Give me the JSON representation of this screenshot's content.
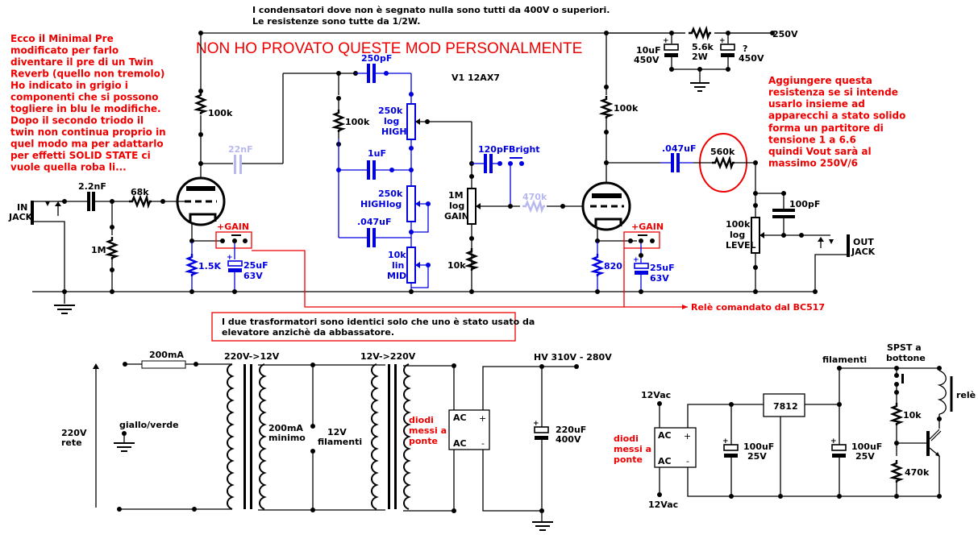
{
  "colors": {
    "wire": "#000000",
    "modified": "#0000e0",
    "removable": "#b8b8f0",
    "notes": "#ee0000",
    "background": "#ffffff"
  },
  "header": {
    "note_line1": "I condensatori dove non è segnato nulla sono tutti da 400V o superiori.",
    "note_line2": "Le resistenze sono tutte da 1/2W.",
    "warning": "NON HO PROVATO QUESTE MOD PERSONALMENTE"
  },
  "intro_note": [
    "Ecco il Minimal Pre",
    "modificato per farlo",
    "diventare il pre di un Twin",
    "Reverb (quello non tremolo)",
    "Ho indicato in grigio i",
    "componenti che si possono",
    "togliere in blu le modifiche.",
    "Dopo il secondo triodo il",
    "twin non continua proprio in",
    "quel modo ma per adattarlo",
    "per effetti SOLID STATE ci",
    "vuole quella roba li..."
  ],
  "resistor_note": [
    "Aggiungere questa",
    "resistenza se si intende",
    "usarlo insieme ad",
    "apparecchi a stato solido",
    "forma un partitore di",
    "tensione 1 a 6.6",
    "quindi Vout sarà al",
    "massimo 250V/6"
  ],
  "tube": {
    "label": "V1   12AX7"
  },
  "preamp": {
    "in_jack": [
      "IN",
      "JACK"
    ],
    "out_jack": [
      "OUT",
      "JACK"
    ],
    "c_input": "2.2nF",
    "r_grid": "68k",
    "r_input": "1M",
    "r_plate1": "100k",
    "c_coupling_removable": "22nF",
    "r_cathode1": "1.5K",
    "c_cathode1": [
      "25uF",
      "63V"
    ],
    "gain1": "+GAIN",
    "c_treble": "250pF",
    "r_tonestack": "100k",
    "pot_treble": [
      "250k",
      "log",
      "HIGH"
    ],
    "c_bass": "1uF",
    "pot_bass": [
      "250k",
      "HIGH",
      "log"
    ],
    "c_mid": ".047uF",
    "pot_mid": [
      "10k",
      "lin",
      "MID"
    ],
    "c_bright": "120pF",
    "bright_switch": "Bright",
    "pot_gain": [
      "1M",
      "log",
      "GAIN"
    ],
    "r_gain_bottom": "10k",
    "r_grid2_removable": "470k",
    "r_plate2": "100k",
    "r_cathode2": "820",
    "c_cathode2": [
      "25uF",
      "63V"
    ],
    "gain2": "+GAIN",
    "c_output": ".047uF",
    "r_output": "560k",
    "c_level": "100pF",
    "pot_level": [
      "100k",
      "log",
      "LEVEL"
    ],
    "supply": "250V",
    "c_filter1": [
      "10uF",
      "450V"
    ],
    "r_filter": [
      "5.6k",
      "2W"
    ],
    "c_filter2": [
      "?",
      "450V"
    ],
    "relay_note": "Relè comandato dal BC517"
  },
  "transformer_note": [
    "I due trasformatori sono identici solo che uno è stato usato da",
    "elevatore anzichè da abbassatore."
  ],
  "psu": {
    "mains": [
      "220V",
      "rete"
    ],
    "earth": "giallo/verde",
    "fuse": "200mA",
    "t1": "220V->12V",
    "t1_min": [
      "200mA",
      "minimo"
    ],
    "fil": [
      "12V",
      "filamenti"
    ],
    "t2": "12V->220V",
    "diodes": [
      "diodi",
      "messi a",
      "ponte"
    ],
    "bridge_ac": "AC",
    "bridge_plus": "+",
    "bridge_minus": "-",
    "hv": "HV 310V - 280V",
    "c_hv": [
      "220uF",
      "400V"
    ]
  },
  "relay_psu": {
    "vac_top": "12Vac",
    "vac_bottom": "12Vac",
    "diodes": [
      "diodi",
      "messi a",
      "ponte"
    ],
    "c1": [
      "100uF",
      "25V"
    ],
    "regulator": "7812",
    "filamenti": "filamenti",
    "c2": [
      "100uF",
      "25V"
    ],
    "switch": [
      "SPST a",
      "bottone"
    ],
    "r1": "10k",
    "r2": "470k",
    "relay": "relè"
  }
}
